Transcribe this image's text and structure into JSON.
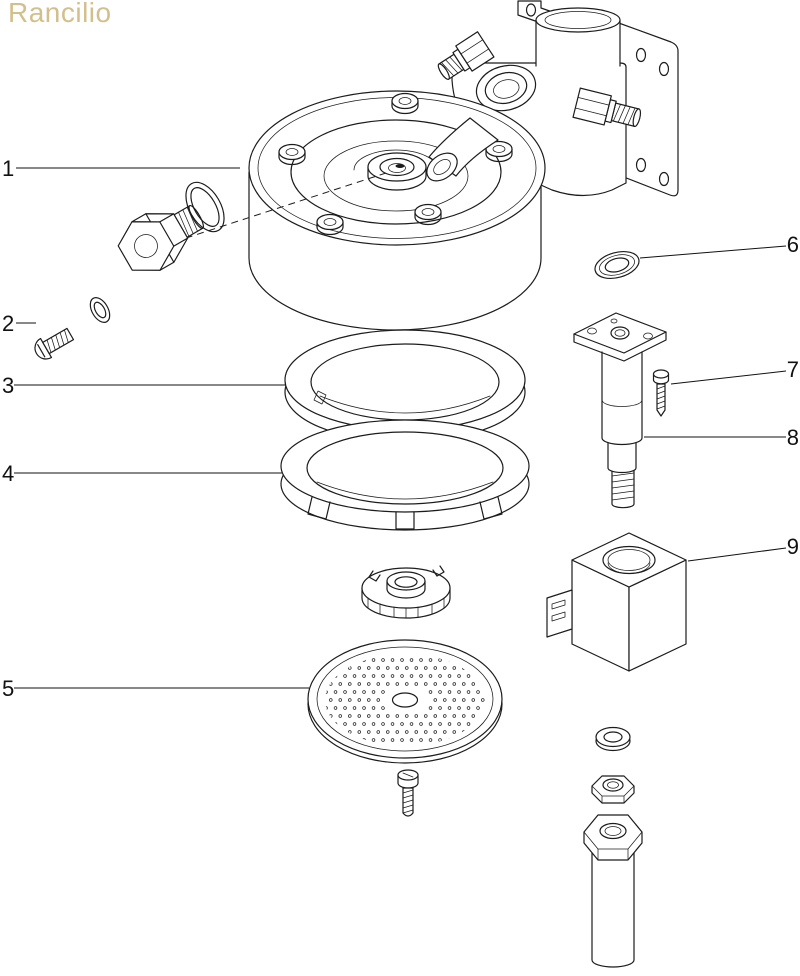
{
  "brand": {
    "name": "Rancilio"
  },
  "diagram": {
    "type": "exploded-parts-diagram",
    "callouts": [
      {
        "label": "1",
        "side": "left"
      },
      {
        "label": "2",
        "side": "left"
      },
      {
        "label": "3",
        "side": "left"
      },
      {
        "label": "4",
        "side": "left"
      },
      {
        "label": "5",
        "side": "left"
      },
      {
        "label": "6",
        "side": "right"
      },
      {
        "label": "7",
        "side": "right"
      },
      {
        "label": "8",
        "side": "right"
      },
      {
        "label": "9",
        "side": "right"
      }
    ]
  },
  "colors": {
    "brand": "#d3bf8b",
    "line": "#1c1c1c",
    "background": "#ffffff"
  }
}
